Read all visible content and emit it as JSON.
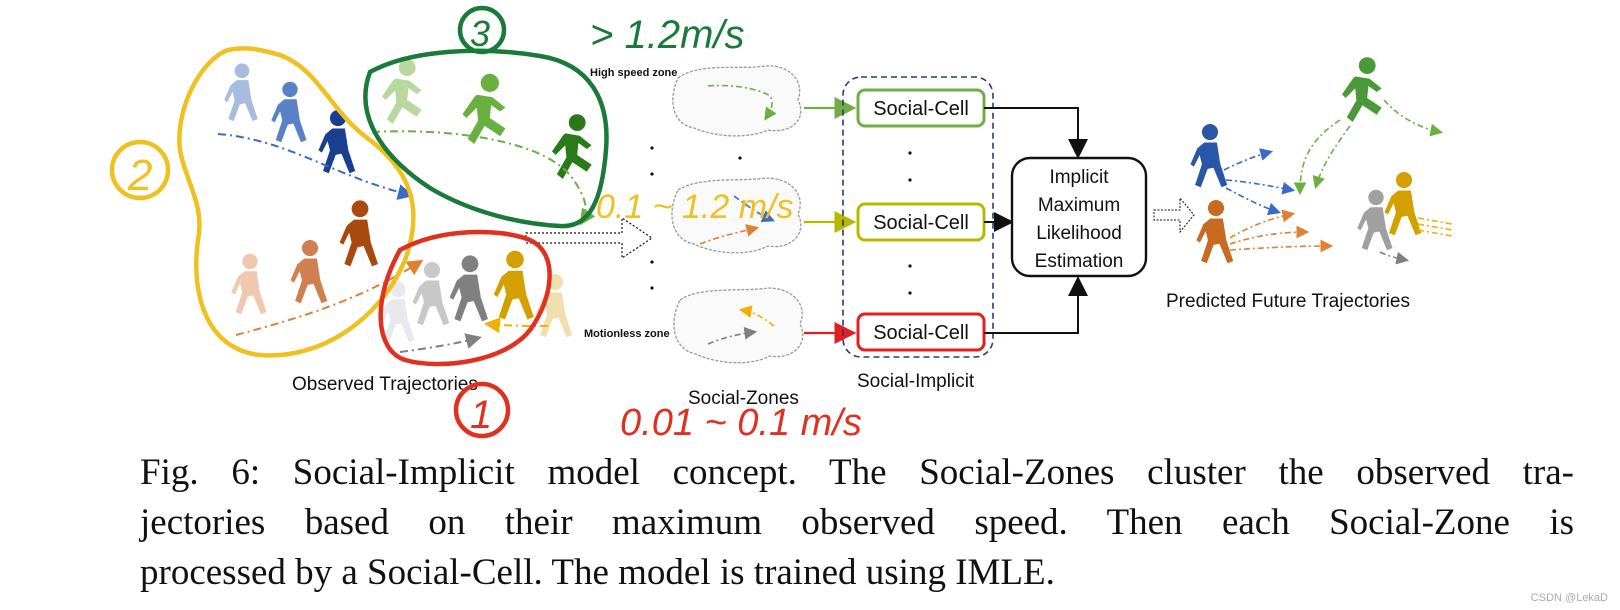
{
  "figure": {
    "social_cell_label": "Social-Cell",
    "zone_labels": {
      "high": "High speed zone",
      "motionless": "Motionless zone"
    },
    "estimation_lines": [
      "Implicit",
      "Maximum",
      "Likelihood",
      "Estimation"
    ],
    "section_labels": {
      "observed": "Observed Trajectories",
      "zones": "Social-Zones",
      "implicit": "Social-Implicit",
      "predicted": "Predicted Future Trajectories"
    }
  },
  "annotations": {
    "speed_high": "> 1.2m/s",
    "speed_mid": "0.1 ~ 1.2 m/s",
    "speed_low": "0.01 ~ 0.1 m/s",
    "num_1": "1",
    "num_2": "2",
    "num_3": "3"
  },
  "caption": {
    "line1": "Fig. 6: Social-Implicit model concept. The Social-Zones cluster the observed tra-",
    "line2": "jectories based on their maximum observed speed. Then each Social-Zone is",
    "line3": "processed by a Social-Cell. The model is trained using IMLE."
  },
  "watermark": "CSDN @LekaD",
  "colors": {
    "green_cell": "#70ad47",
    "yellow_cell": "#b8b800",
    "red_cell": "#e02020",
    "yellow_ink": "#f0c020",
    "green_ink": "#1a7a3a",
    "red_ink": "#e03020",
    "blue_walker": "#2a56a8",
    "orange_walker": "#c86a20",
    "green_walker": "#4a9a3a",
    "gray_walker": "#909090",
    "gold_walker": "#d4a000"
  }
}
